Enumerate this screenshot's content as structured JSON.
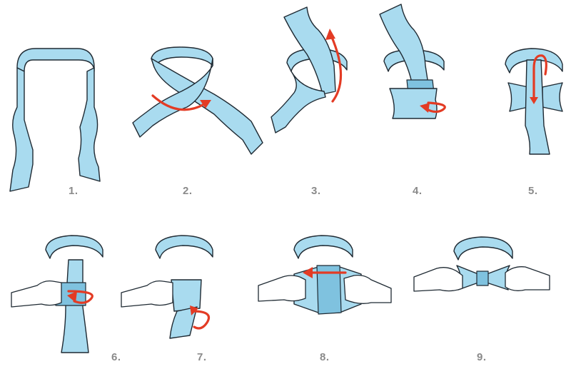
{
  "steps": [
    {
      "label": "1."
    },
    {
      "label": "2."
    },
    {
      "label": "3."
    },
    {
      "label": "4."
    },
    {
      "label": "5."
    },
    {
      "label": "6."
    },
    {
      "label": "7."
    },
    {
      "label": "8."
    },
    {
      "label": "9."
    }
  ],
  "colors": {
    "tie": "#a9dbef",
    "tie_shadow": "#7fc2df",
    "outline": "#1f2a33",
    "arrow": "#e33b24",
    "label": "#8a8a8a"
  }
}
